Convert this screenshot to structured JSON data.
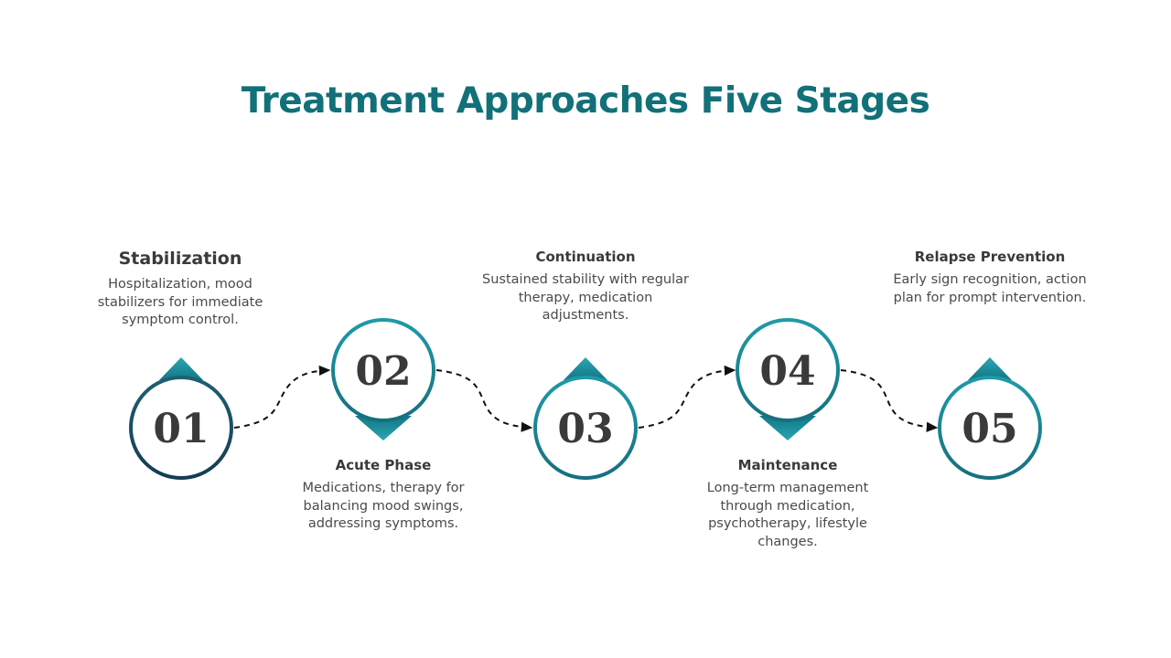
{
  "title": "Treatment Approaches Five Stages",
  "colors": {
    "title": "#127079",
    "ring_dark": "#1a4a63",
    "ring_teal": "#1a8f9c",
    "text": "#3a3a3a"
  },
  "stages": [
    {
      "number": "01",
      "title": "Stabilization",
      "description": "Hospitalization, mood stabilizers for immediate symptom control."
    },
    {
      "number": "02",
      "title": "Acute Phase",
      "description": "Medications, therapy for balancing mood swings, addressing symptoms."
    },
    {
      "number": "03",
      "title": "Continuation",
      "description": "Sustained stability with regular therapy, medication adjustments."
    },
    {
      "number": "04",
      "title": "Maintenance",
      "description": "Long-term management through medication, psychotherapy, lifestyle changes."
    },
    {
      "number": "05",
      "title": "Relapse Prevention",
      "description": "Early sign recognition, action plan for prompt intervention."
    }
  ]
}
